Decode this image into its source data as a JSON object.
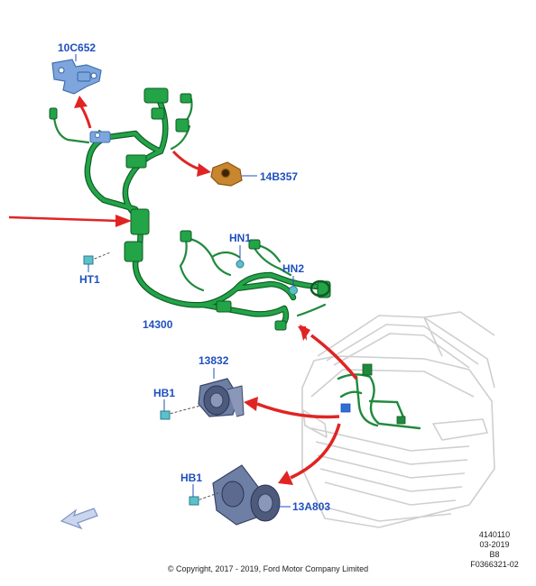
{
  "colors": {
    "harness": "#1f8a3c",
    "harness_dark": "#0f5a25",
    "arrow": "#e02424",
    "label": "#1f4fbf",
    "blue_part": "#7ea6dc",
    "orange_part": "#c8862e",
    "vehicle_line": "#cfcfcf"
  },
  "callouts": {
    "c_10C652": "10C652",
    "c_14B357": "14B357",
    "c_HN1": "HN1",
    "c_HN2": "HN2",
    "c_HT1": "HT1",
    "c_14300": "14300",
    "c_13832": "13832",
    "c_HB1_top": "HB1",
    "c_HB1_bottom": "HB1",
    "c_13A803": "13A803"
  },
  "meta": {
    "line1": "4140110",
    "line2": "03-2019",
    "line3": "B8",
    "line4": "F0366321-02"
  },
  "copyright": "© Copyright, 2017 - 2019, Ford Motor Company Limited"
}
